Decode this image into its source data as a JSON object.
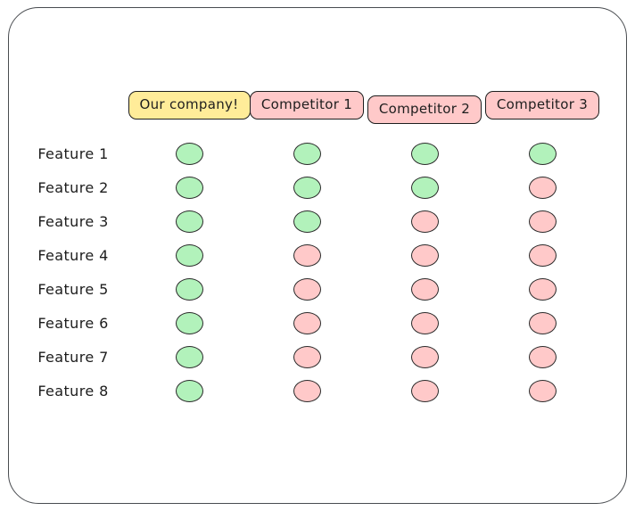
{
  "board": {
    "columns": [
      {
        "label": "Our company!",
        "type": "ours"
      },
      {
        "label": "Competitor 1",
        "type": "competitor"
      },
      {
        "label": "Competitor 2",
        "type": "competitor"
      },
      {
        "label": "Competitor 3",
        "type": "competitor"
      }
    ],
    "rows": [
      {
        "label": "Feature 1",
        "values": [
          "yes",
          "yes",
          "yes",
          "yes"
        ]
      },
      {
        "label": "Feature 2",
        "values": [
          "yes",
          "yes",
          "yes",
          "no"
        ]
      },
      {
        "label": "Feature 3",
        "values": [
          "yes",
          "yes",
          "no",
          "no"
        ]
      },
      {
        "label": "Feature 4",
        "values": [
          "yes",
          "no",
          "no",
          "no"
        ]
      },
      {
        "label": "Feature 5",
        "values": [
          "yes",
          "no",
          "no",
          "no"
        ]
      },
      {
        "label": "Feature 6",
        "values": [
          "yes",
          "no",
          "no",
          "no"
        ]
      },
      {
        "label": "Feature 7",
        "values": [
          "yes",
          "no",
          "no",
          "no"
        ]
      },
      {
        "label": "Feature 8",
        "values": [
          "yes",
          "no",
          "no",
          "no"
        ]
      }
    ],
    "colors": {
      "yes": "#b2f2bb",
      "no": "#ffc9c9",
      "ours_header": "#ffec99",
      "competitor_header": "#ffc9c9",
      "outline": "#1e1e1e"
    }
  }
}
